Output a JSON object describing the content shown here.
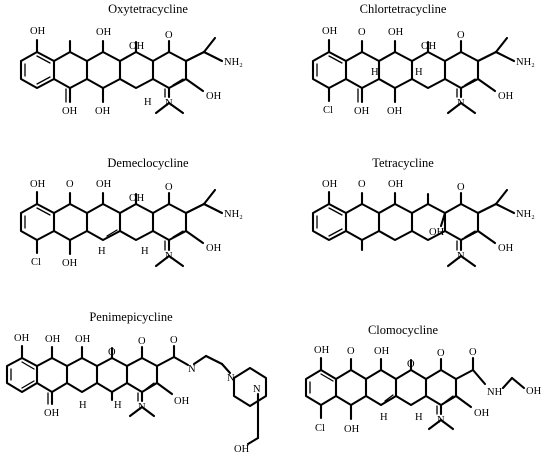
{
  "colors": {
    "ink": "#000000",
    "paper": "#ffffff"
  },
  "molecules": [
    {
      "title": "Oxytetracycline",
      "labels": {
        "oh_top_left": "OH",
        "oh_ring_b": "OH",
        "oh_ring_c": "OH",
        "o_ring_d": "O",
        "amide": "NH₂",
        "oh_right": "OH",
        "oh_bottom_1": "OH",
        "oh_bottom_2": "OH",
        "h_c": "H",
        "n_dimethyl": "N"
      }
    },
    {
      "title": "Chlortetracycline",
      "labels": {
        "oh_top_left": "OH",
        "o_ring_b": "O",
        "oh_ring_c": "OH",
        "oh_ring_c2": "OH",
        "o_ring_d": "O",
        "amide": "NH₂",
        "h_b": "H",
        "h_c": "H",
        "oh_right": "OH",
        "cl": "Cl",
        "oh_bottom_1": "OH",
        "oh_bottom_2": "OH",
        "n_dimethyl": "N"
      }
    },
    {
      "title": "Demeclocycline",
      "labels": {
        "oh_top_left": "OH",
        "o_ring_b": "O",
        "oh_ring_c": "OH",
        "oh_ring_c2": "OH",
        "o_ring_d": "O",
        "amide": "NH₂",
        "oh_right": "OH",
        "cl": "Cl",
        "oh_bottom": "OH",
        "h_b": "H",
        "h_c": "H",
        "n_dimethyl": "N"
      }
    },
    {
      "title": "Tetracycline",
      "labels": {
        "oh_top_left": "OH",
        "o_ring_b": "O",
        "oh_ring_c": "OH",
        "o_ring_d": "O",
        "oh_center": "OH",
        "amide": "NH₂",
        "oh_right": "OH",
        "n_dimethyl": "N"
      }
    },
    {
      "title": "Penimepicycline",
      "labels": {
        "oh_top_left": "OH",
        "oh_ring_b": "OH",
        "oh_ring_c": "OH",
        "o_ring_c": "O",
        "o_ring_d": "O",
        "o_amide": "O",
        "n_amide": "N",
        "n_pip_1": "N",
        "n_pip_2": "N",
        "h_b": "H",
        "h_c": "H",
        "oh_right": "OH",
        "oh_bottom": "OH",
        "n_dimethyl": "N",
        "oh_chain": "OH"
      }
    },
    {
      "title": "Clomocycline",
      "labels": {
        "oh_top_left": "OH",
        "o_ring_b": "O",
        "oh_ring_c": "OH",
        "o_ring_c": "O",
        "o_ring_d": "O",
        "o_amide": "O",
        "nh": "NH",
        "oh_chain": "OH",
        "oh_right": "OH",
        "cl": "Cl",
        "oh_bottom": "OH",
        "h_b": "H",
        "h_c": "H",
        "n_dimethyl": "N"
      }
    }
  ]
}
